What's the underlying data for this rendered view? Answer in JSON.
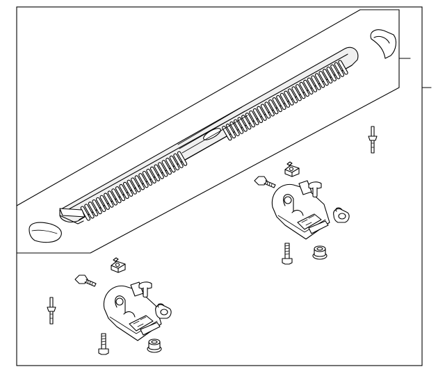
{
  "diagram": {
    "kind": "exploded parts diagram",
    "labels": [],
    "stroke_color": "#000000",
    "background_color": "#ffffff",
    "parts": [
      "running-board",
      "running-board-end-cap",
      "running-board-end-pad",
      "mounting-bracket",
      "bracket-bolt",
      "u-nut",
      "push-pin-clip",
      "retainer-nut",
      "stud-bolt",
      "flange-nut",
      "locating-pin"
    ]
  }
}
